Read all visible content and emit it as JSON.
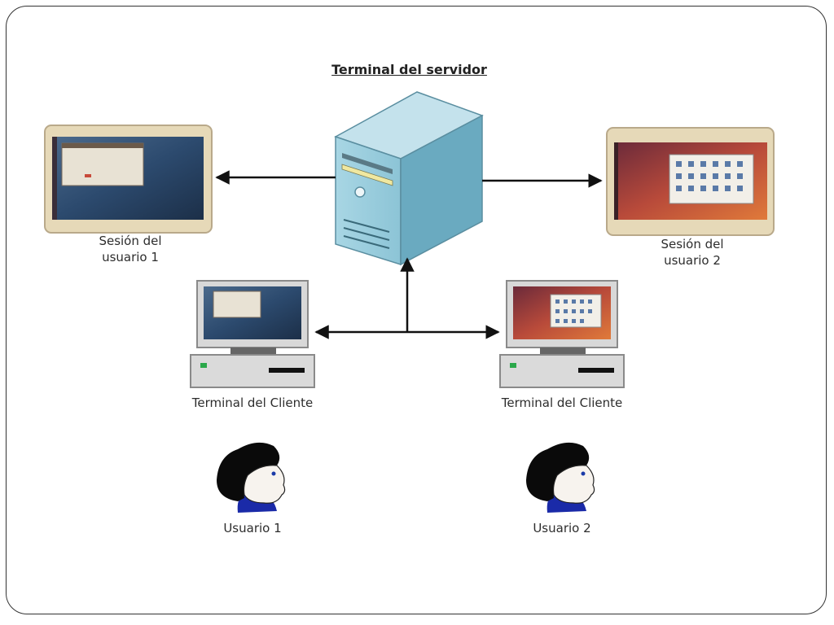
{
  "diagram": {
    "title": "Terminal del servidor",
    "session1": {
      "line1": "Sesión del",
      "line2": "usuario 1"
    },
    "session2": {
      "line1": "Sesión del",
      "line2": "usuario 2"
    },
    "client1_label": "Terminal del Cliente",
    "client2_label": "Terminal del Cliente",
    "user1_label": "Usuario 1",
    "user2_label": "Usuario 2"
  },
  "colors": {
    "server_body": "#8cc4d6",
    "panel_frame": "#e6d9b8",
    "session1_screen": "#2c4a6e",
    "session2_screen": "#b84a3a",
    "arrow": "#111111",
    "hair": "#0a0a0a",
    "shirt": "#1a2aa8"
  }
}
